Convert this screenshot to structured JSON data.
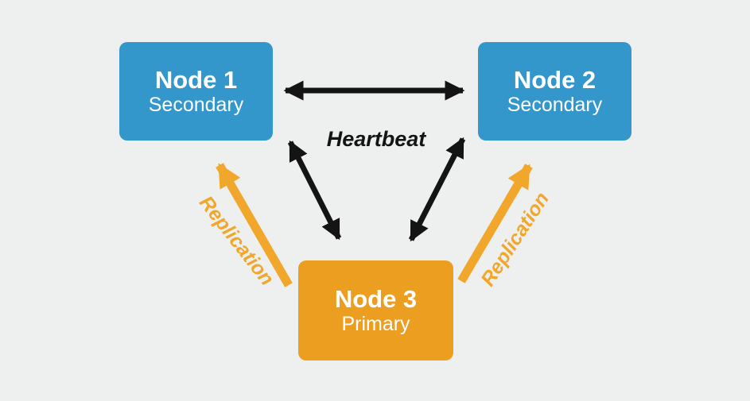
{
  "nodes": [
    {
      "title": "Node 1",
      "subtitle": "Secondary",
      "role": "secondary",
      "color": "#3397cc"
    },
    {
      "title": "Node 2",
      "subtitle": "Secondary",
      "role": "secondary",
      "color": "#3397cc"
    },
    {
      "title": "Node 3",
      "subtitle": "Primary",
      "role": "primary",
      "color": "#ec9e21"
    }
  ],
  "labels": {
    "heartbeat": "Heartbeat",
    "replication_left": "Replication",
    "replication_right": "Replication"
  },
  "edges": [
    {
      "type": "heartbeat",
      "between": [
        "Node 1",
        "Node 2"
      ],
      "bidirectional": true,
      "color": "#141414"
    },
    {
      "type": "heartbeat",
      "between": [
        "Node 1",
        "Node 3"
      ],
      "bidirectional": true,
      "color": "#141414"
    },
    {
      "type": "heartbeat",
      "between": [
        "Node 2",
        "Node 3"
      ],
      "bidirectional": true,
      "color": "#141414"
    },
    {
      "type": "replication",
      "from": "Node 3",
      "to": "Node 1",
      "bidirectional": false,
      "color": "#f1a62c"
    },
    {
      "type": "replication",
      "from": "Node 3",
      "to": "Node 2",
      "bidirectional": false,
      "color": "#f1a62c"
    }
  ],
  "colors": {
    "background": "#eef0ef",
    "secondary_node": "#3397cc",
    "primary_node": "#ec9e21",
    "heartbeat_arrow": "#141414",
    "replication_arrow": "#f1a62c",
    "node_text": "#ffffff"
  }
}
